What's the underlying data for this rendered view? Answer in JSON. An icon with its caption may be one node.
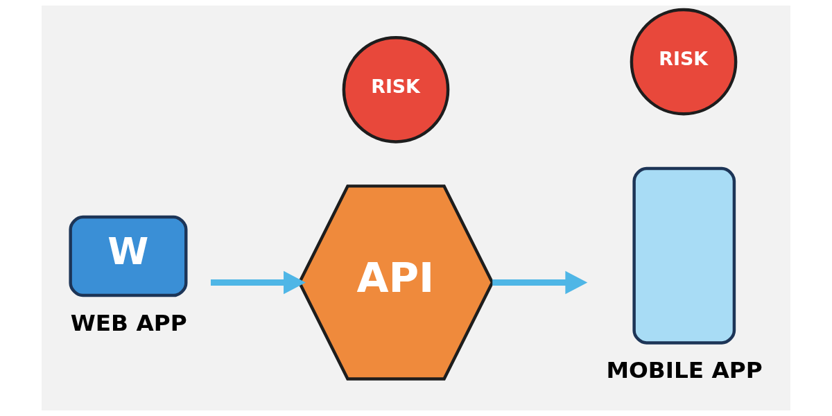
{
  "diagram": {
    "nodes": [
      {
        "text": [
          "W"
        ],
        "beside": [
          "WEB APP"
        ]
      },
      {
        "text": [
          "API"
        ]
      },
      {
        "text": [],
        "shape": "phone",
        "beside": [
          "MOBILE APP"
        ]
      },
      {
        "text": [
          "RISK"
        ]
      },
      {
        "text": [
          "RISK"
        ]
      }
    ],
    "edges": [
      {
        "from": 0,
        "to": 1,
        "arrow": "to"
      },
      {
        "from": 1,
        "to": 2,
        "arrow": "to"
      }
    ]
  }
}
